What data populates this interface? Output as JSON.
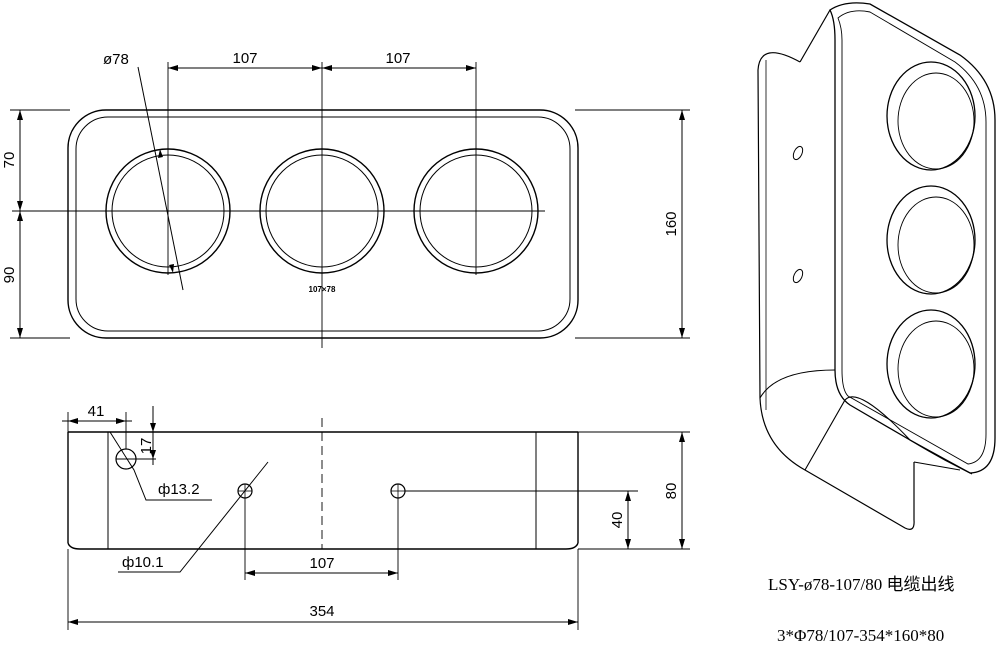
{
  "labels": {
    "top_dia": "ø78",
    "top_pitch_left": "107",
    "top_pitch_right": "107",
    "top_upper": "70",
    "top_lower": "90",
    "top_height": "160",
    "top_center_note": "107×78",
    "side_left_offset": "41",
    "side_hole_height": "17",
    "side_large_hole": "ф13.2",
    "side_small_hole": "ф10.1",
    "side_pitch": "107",
    "side_hole_center": "40",
    "side_height": "80",
    "side_length": "354"
  },
  "caption": {
    "line1": "LSY-ø78-107/80 电缆出线",
    "line2": "3*Φ78/107-354*160*80"
  }
}
